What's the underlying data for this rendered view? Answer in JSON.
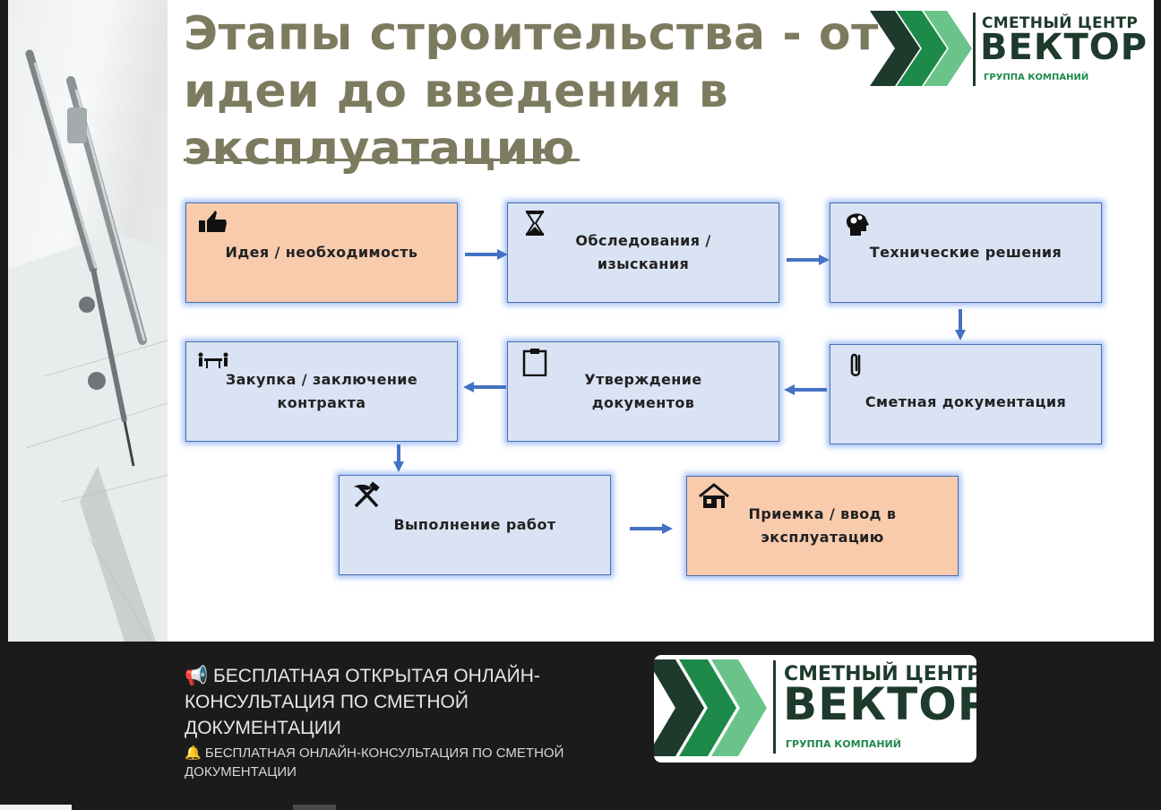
{
  "slide": {
    "title_lines": [
      "Этапы строительства - от",
      "идеи до введения в",
      "эксплуатацию"
    ],
    "logo": {
      "line1": "СМЕТНЫЙ ЦЕНТР",
      "line2": "ВЕКТОР",
      "line3": "ГРУППА КОМПАНИЙ"
    },
    "steps": [
      {
        "label": "Идея / необходимость",
        "icon": "thumbs-up-icon",
        "color": "#f8cbad"
      },
      {
        "label": "Обследования / изыскания",
        "icon": "hourglass-icon",
        "color": "#dae3f3"
      },
      {
        "label": "Технические решения",
        "icon": "head-gears-icon",
        "color": "#dae3f3"
      },
      {
        "label": "Сметная документация",
        "icon": "paperclip-icon",
        "color": "#dae3f3"
      },
      {
        "label": "Утверждение документов",
        "icon": "clipboard-icon",
        "color": "#dae3f3"
      },
      {
        "label": "Закупка / заключение контракта",
        "icon": "meeting-table-icon",
        "color": "#dae3f3"
      },
      {
        "label": "Выполнение работ",
        "icon": "hammer-pick-icon",
        "color": "#dae3f3"
      },
      {
        "label": "Приемка / ввод в эксплуатацию",
        "icon": "house-icon",
        "color": "#f8cbad"
      }
    ]
  },
  "footer": {
    "title_icon": "📢",
    "title": "БЕСПЛАТНАЯ ОТКРЫТАЯ ОНЛАЙН-КОНСУЛЬТАЦИЯ ПО СМЕТНОЙ ДОКУМЕНТАЦИИ",
    "subtitle_icon": "🔔",
    "subtitle": "БЕСПЛАТНАЯ ОНЛАЙН-КОНСУЛЬТАЦИЯ ПО СМЕТНОЙ ДОКУМЕНТАЦИИ",
    "logo": {
      "line1": "СМЕТНЫЙ ЦЕНТР",
      "line2": "ВЕКТОР",
      "line3": "ГРУППА КОМПАНИЙ"
    }
  },
  "colors": {
    "accent_dark": "#1e3a2c",
    "accent_green": "#1e8a4a",
    "title": "#7d7b5f",
    "arrow": "#4472c4"
  }
}
